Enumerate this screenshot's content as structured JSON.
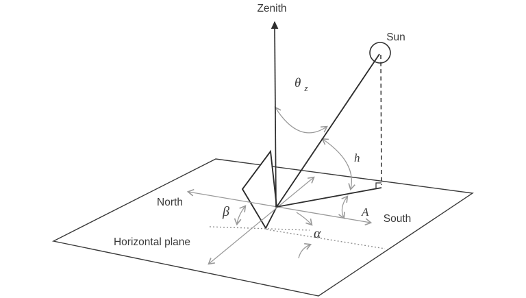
{
  "figure": {
    "type": "solar-angles-diagram",
    "colors": {
      "background": "#ffffff",
      "dark_line": "#2e2e2e",
      "gray_line": "#9a9a9a",
      "text": "#3a3a3a"
    },
    "labels": {
      "zenith": "Zenith",
      "sun": "Sun",
      "north": "North",
      "south": "South",
      "horizontal_plane": "Horizontal plane",
      "zenith_angle_symbol": "θ",
      "zenith_angle_subscript": "z",
      "solar_altitude_symbol": "h",
      "solar_azimuth_symbol": "A",
      "tilt_angle_symbol": "β",
      "surface_azimuth_symbol": "α"
    }
  }
}
